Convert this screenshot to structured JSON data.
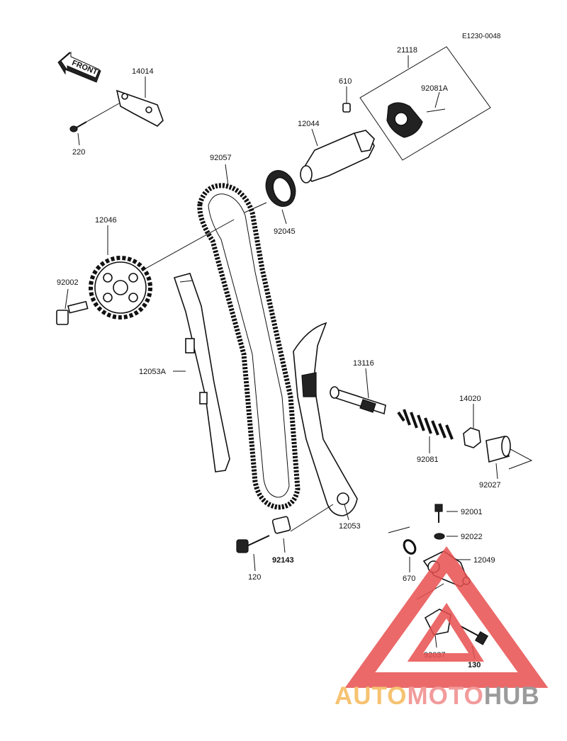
{
  "diagram_code": "E1230-0048",
  "front_arrow": "FRONT",
  "parts": {
    "p14014": "14014",
    "p220": "220",
    "p21118": "21118",
    "p610": "610",
    "p92081A": "92081A",
    "p12044": "12044",
    "p92057": "92057",
    "p92045": "92045",
    "p12046": "12046",
    "p92002": "92002",
    "p12053A": "12053A",
    "p13116": "13116",
    "p14020": "14020",
    "p92081": "92081",
    "p92027": "92027",
    "p12053": "12053",
    "p92001": "92001",
    "p92022": "92022",
    "p12049": "12049",
    "p670": "670",
    "p120": "120",
    "p92143": "92143",
    "p92037": "92037",
    "p130": "130"
  },
  "watermark": {
    "text_a": "AUTO",
    "text_b": "MOTO",
    "text_c": "HUB",
    "color_a": "#f5b95a",
    "color_b": "#f08a8a",
    "color_c": "#8a8a8a",
    "triangle_color": "#e85050"
  }
}
